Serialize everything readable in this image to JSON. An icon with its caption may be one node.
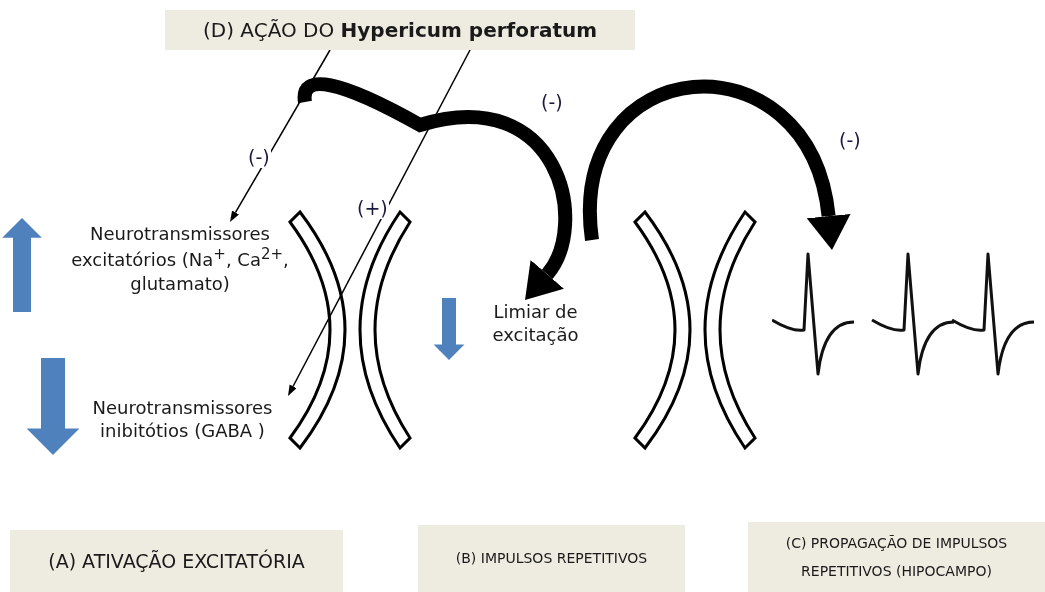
{
  "diagram": {
    "nodes": [
      {
        "text": [
          "(D) AÇÃO DO **Hypericum perforatum**"
        ]
      },
      {
        "text": [
          "Neurotransmissores excitatórios (Na$^{+}$, Ca$^{2+}$, glutamato)"
        ]
      },
      {
        "text": [
          "Neurotransmissores inibitótios (GABA )"
        ]
      },
      {
        "text": [
          "Limiar de excitação"
        ]
      },
      {
        "text": [],
        "shape": "picture"
      },
      {
        "text": [
          "(A) ATIVAÇÃO EXCITATÓRIA"
        ]
      },
      {
        "text": [
          "(B) IMPULSOS REPETITIVOS"
        ]
      },
      {
        "text": [
          "(C) PROPAGAÇÃO DE IMPULSOS REPETITIVOS (HIPOCAMPO)"
        ]
      }
    ],
    "edges": [
      {
        "from": 0,
        "to": 1,
        "arrow": "to",
        "label": "(-)"
      },
      {
        "from": 0,
        "to": 2,
        "arrow": "to",
        "label": "(+)"
      },
      {
        "from": null,
        "to": 3,
        "arrow": "to",
        "label": "(-)",
        "style": "thick"
      },
      {
        "from": null,
        "to": 4,
        "arrow": "to",
        "label": "(-)",
        "style": "thick"
      }
    ]
  }
}
